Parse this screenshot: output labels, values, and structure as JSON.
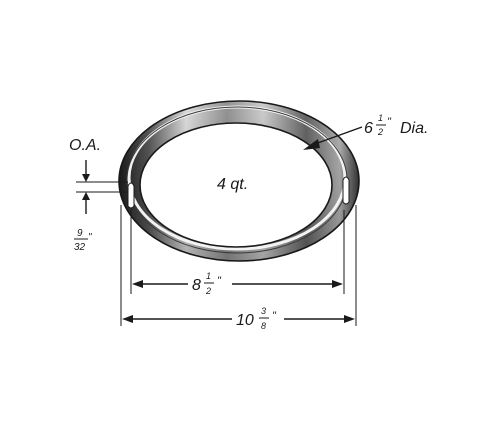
{
  "drawing": {
    "capacity_label": "4 qt.",
    "oa_label": "O.A.",
    "thickness": {
      "numerator": "9",
      "denominator": "32",
      "unit": "\""
    },
    "inner_dim": {
      "whole": "8",
      "numerator": "1",
      "denominator": "2",
      "unit": "\""
    },
    "outer_dim": {
      "whole": "10",
      "numerator": "3",
      "denominator": "8",
      "unit": "\""
    },
    "dia_dim": {
      "whole": "6",
      "numerator": "1",
      "denominator": "2",
      "unit": "\"",
      "suffix": "Dia."
    }
  },
  "colors": {
    "line": "#1a1a1a",
    "ring_dark": "#2b2b2b",
    "ring_light": "#e6e6e6"
  }
}
